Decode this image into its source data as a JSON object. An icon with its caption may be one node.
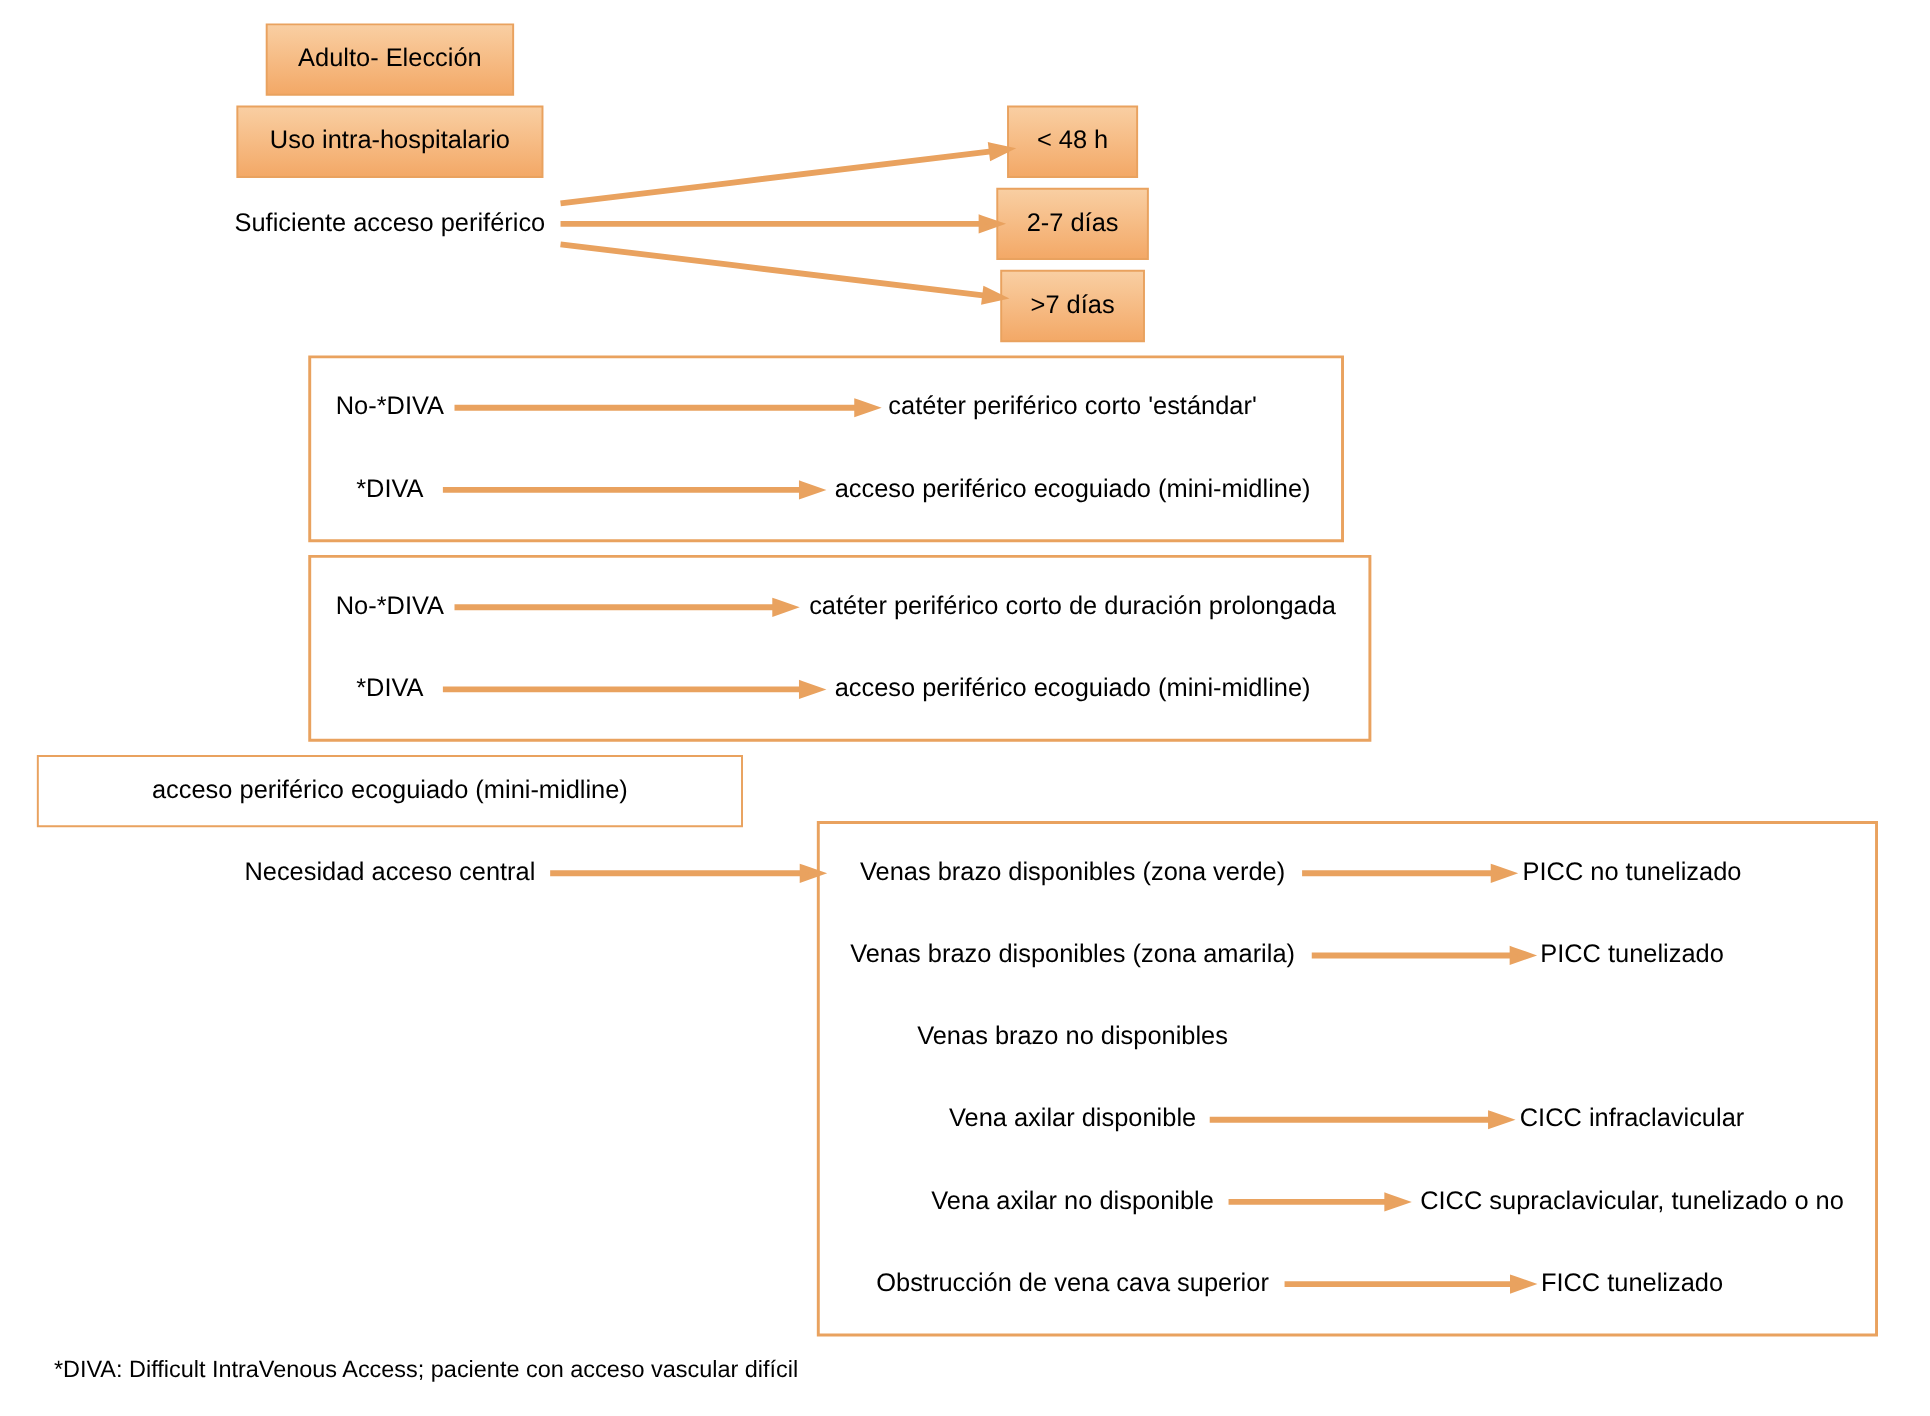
{
  "diagram": {
    "caption": "*DIVA: Difficult IntraVenous Access; paciente con acceso vascular difícil",
    "nodes": [
      {
        "text": [
          "Adulto- Elección"
        ]
      },
      {
        "text": [
          "Uso intra-hospitalario"
        ]
      },
      {
        "text": [
          "Suficiente acceso periférico"
        ]
      },
      {
        "text": [
          "< 48 h"
        ]
      },
      {
        "text": [
          "2-7 días"
        ]
      },
      {
        "text": [
          ">7 días"
        ]
      },
      {
        "text": [],
        "shape": "box"
      },
      {
        "text": [
          "No-*DIVA"
        ],
        "in": 6
      },
      {
        "text": [
          "catéter periférico corto 'estándar'"
        ],
        "in": 6
      },
      {
        "text": [
          "*DIVA"
        ],
        "in": 6
      },
      {
        "text": [
          "acceso periférico ecoguiado (mini-midline)"
        ],
        "in": 6
      },
      {
        "text": [],
        "shape": "box"
      },
      {
        "text": [
          "No-*DIVA"
        ],
        "in": 11
      },
      {
        "text": [
          "catéter periférico corto de duración prolongada"
        ],
        "in": 11
      },
      {
        "text": [
          "*DIVA"
        ],
        "in": 11
      },
      {
        "text": [
          "acceso periférico ecoguiado (mini-midline)"
        ],
        "in": 11
      },
      {
        "text": [
          "acceso periférico ecoguiado (mini-midline)"
        ]
      },
      {
        "text": [
          "Necesidad acceso central"
        ]
      },
      {
        "text": [],
        "shape": "box"
      },
      {
        "text": [
          "Venas brazo disponibles (zona verde)"
        ],
        "in": 18
      },
      {
        "text": [
          "PICC no tunelizado"
        ],
        "in": 18
      },
      {
        "text": [
          "Venas brazo disponibles (zona amarila)"
        ],
        "in": 18
      },
      {
        "text": [
          "PICC tunelizado"
        ],
        "in": 18
      },
      {
        "text": [
          "Venas brazo no disponibles"
        ],
        "in": 18
      },
      {
        "text": [
          "Vena axilar disponible"
        ],
        "in": 18
      },
      {
        "text": [
          "CICC infraclavicular"
        ],
        "in": 18
      },
      {
        "text": [
          "Vena axilar no disponible"
        ],
        "in": 18
      },
      {
        "text": [
          "CICC supraclavicular, tunelizado o no"
        ],
        "in": 18
      },
      {
        "text": [
          "Obstrucción de vena cava superior"
        ],
        "in": 18
      },
      {
        "text": [
          "FICC tunelizado"
        ],
        "in": 18
      }
    ],
    "edges": [
      {
        "from": 2,
        "to": 3,
        "arrow": "to"
      },
      {
        "from": 2,
        "to": 4,
        "arrow": "to"
      },
      {
        "from": 2,
        "to": 5,
        "arrow": "to"
      },
      {
        "from": 7,
        "to": 8,
        "arrow": "to"
      },
      {
        "from": 9,
        "to": 10,
        "arrow": "to"
      },
      {
        "from": 12,
        "to": 13,
        "arrow": "to"
      },
      {
        "from": 14,
        "to": 15,
        "arrow": "to"
      },
      {
        "from": 17,
        "to": 18,
        "arrow": "to"
      },
      {
        "from": 19,
        "to": 20,
        "arrow": "to"
      },
      {
        "from": 21,
        "to": 22,
        "arrow": "to"
      },
      {
        "from": 24,
        "to": 25,
        "arrow": "to"
      },
      {
        "from": 26,
        "to": 27,
        "arrow": "to"
      },
      {
        "from": 28,
        "to": 29,
        "arrow": "to"
      }
    ]
  }
}
